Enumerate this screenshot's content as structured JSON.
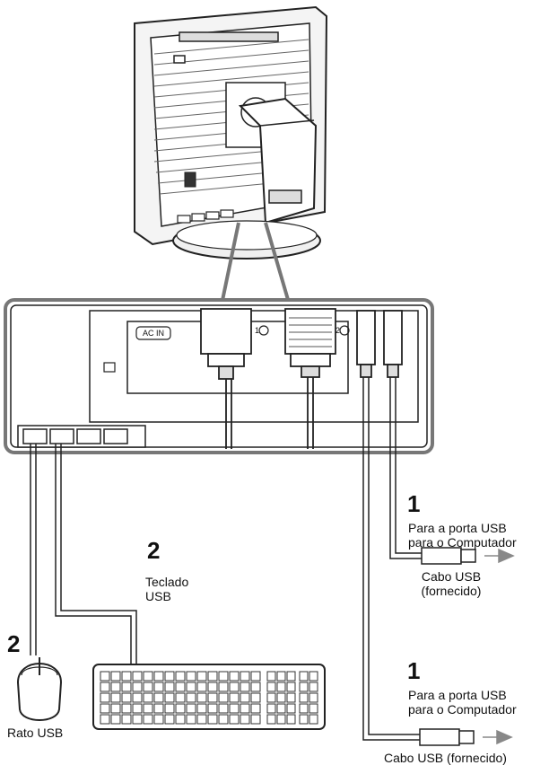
{
  "panel": {
    "ac_in_label": "AC IN",
    "port_label_1": "1",
    "port_label_2": "2"
  },
  "callouts": {
    "upstream_top": {
      "step": "1",
      "line1": "Para a porta USB",
      "line2": "para o Computador",
      "cable_line1": "Cabo USB",
      "cable_line2": "(fornecido)"
    },
    "keyboard": {
      "step": "2",
      "line1": "Teclado",
      "line2": "USB"
    },
    "mouse": {
      "step": "2",
      "label": "Rato USB"
    },
    "upstream_bottom": {
      "step": "1",
      "line1": "Para a porta USB",
      "line2": "para o Computador",
      "cable_label": "Cabo USB (fornecido)"
    }
  }
}
